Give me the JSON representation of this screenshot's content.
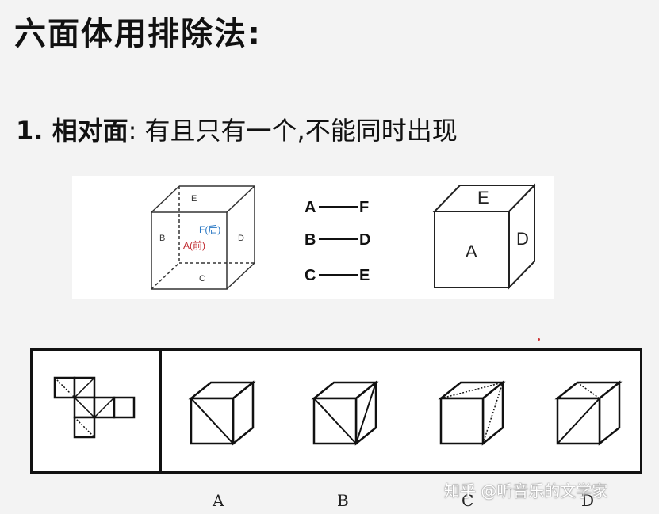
{
  "title": "六面体用排除法:",
  "subtitle": {
    "lead": "1. 相对面",
    "sep": ": ",
    "rest": "有且只有一个,不能同时出现"
  },
  "wire_cube": {
    "labels": {
      "top": "E",
      "left": "B",
      "back": "F(后)",
      "front": "A(前)",
      "right": "D",
      "bottom": "C"
    }
  },
  "pairs": [
    {
      "a": "A",
      "b": "F"
    },
    {
      "a": "B",
      "b": "D"
    },
    {
      "a": "C",
      "b": "E"
    }
  ],
  "solid_cube": {
    "labels": {
      "top": "E",
      "front": "A",
      "side": "D"
    }
  },
  "options": [
    "A",
    "B",
    "C",
    "D"
  ],
  "watermark": "知乎 @听音乐的文学家",
  "colors": {
    "back_label": "#2a78c4",
    "front_label": "#c0282e"
  }
}
